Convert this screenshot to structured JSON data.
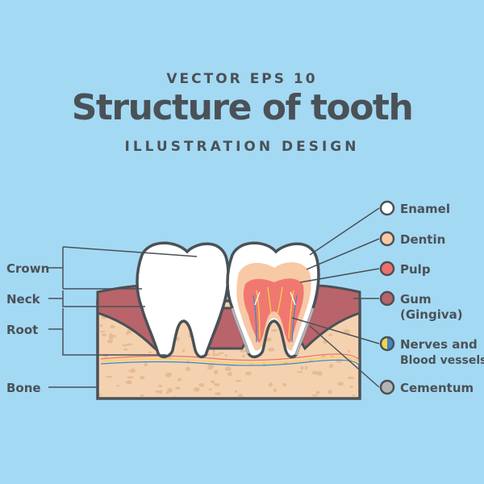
{
  "header": {
    "subtitle": "VECTOR EPS 10",
    "title": "Structure of tooth",
    "tagline": "ILLUSTRATION DESIGN"
  },
  "labels_left": {
    "crown": "Crown",
    "neck": "Neck",
    "root": "Root",
    "bone": "Bone"
  },
  "labels_right": [
    {
      "key": "enamel",
      "label": "Enamel",
      "color": "#ffffff"
    },
    {
      "key": "dentin",
      "label": "Dentin",
      "color": "#f7c9a5"
    },
    {
      "key": "pulp",
      "label": "Pulp",
      "color": "#ee6f6c"
    },
    {
      "key": "gum",
      "label": "Gum",
      "label2": "(Gingiva)",
      "color": "#b8646a"
    },
    {
      "key": "nerves",
      "label": "Nerves and",
      "label2": "Blood vessels",
      "colors": [
        "#f4d44b",
        "#3f86cc"
      ]
    },
    {
      "key": "cementum",
      "label": "Cementum",
      "color": "#b4b4b4"
    }
  ],
  "colors": {
    "background": "#a4d9f3",
    "outline": "#4a5157",
    "bone": "#f4d2b0",
    "bone_speckle": "#e6bb94",
    "gum": "#b8646a",
    "pulp": "#ee6f6c"
  }
}
